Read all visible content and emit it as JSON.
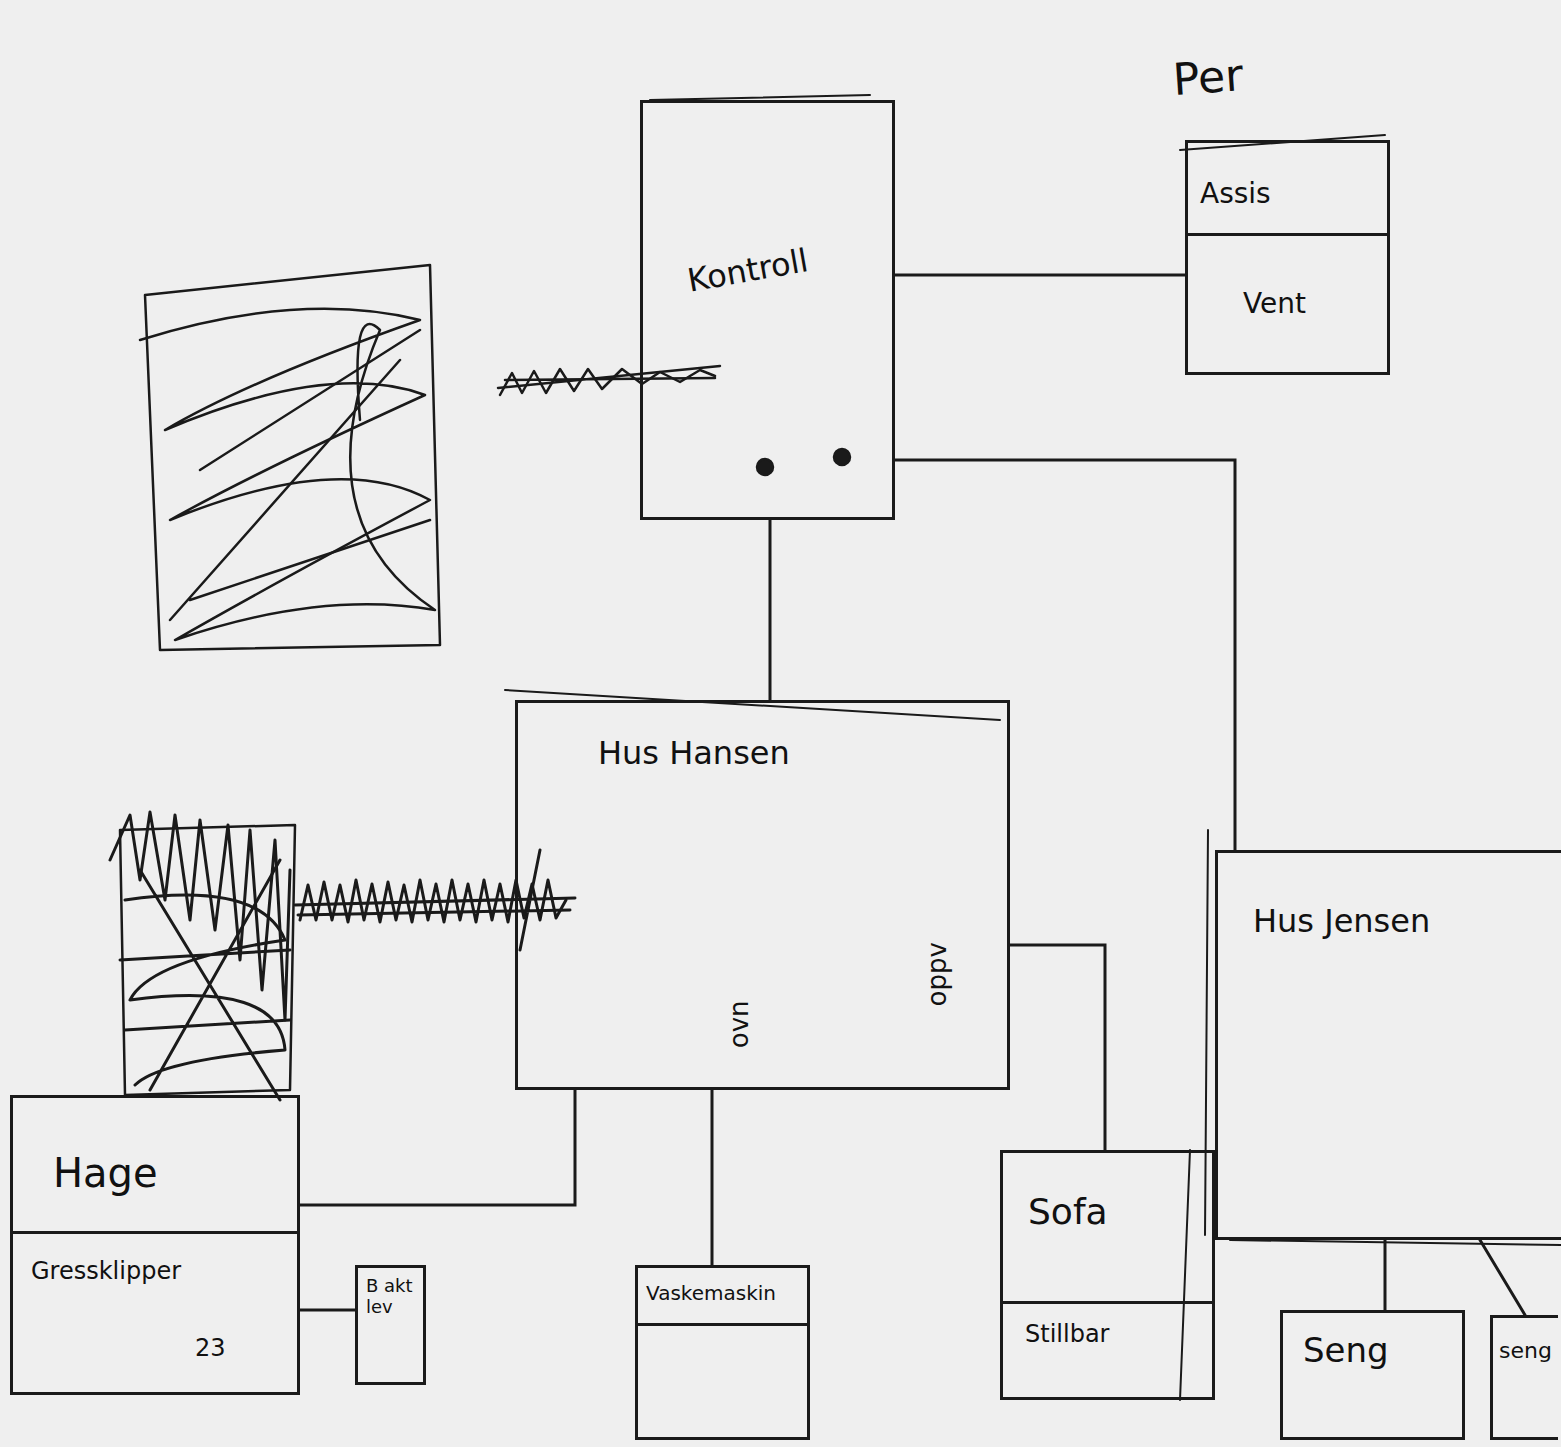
{
  "diagram": {
    "nodes": [
      {
        "text": [
          "Per",
          "Assis",
          "Vent"
        ]
      },
      {
        "text": [
          "Kontroll"
        ]
      },
      {
        "text": [
          "Hus Hansen"
        ]
      },
      {
        "text": [
          "Hus Jensen"
        ]
      },
      {
        "text": [
          "Hage",
          "Gressklipper"
        ]
      },
      {
        "text": [
          "B akt lev"
        ]
      },
      {
        "text": [
          "Vaskemaskin"
        ]
      },
      {
        "text": [
          "Sofa",
          "Stillbar"
        ]
      },
      {
        "text": [
          "Seng"
        ]
      },
      {
        "text": [
          "seng"
        ]
      }
    ],
    "edges": [
      {
        "from": 1,
        "to": 0,
        "arrow": "none"
      },
      {
        "from": 1,
        "to": 2,
        "arrow": "none"
      },
      {
        "from": 1,
        "to": 3,
        "arrow": "none"
      },
      {
        "from": 2,
        "to": 4,
        "arrow": "none"
      },
      {
        "from": 2,
        "to": 6,
        "arrow": "none"
      },
      {
        "from": 2,
        "to": 7,
        "arrow": "none"
      },
      {
        "from": 4,
        "to": 5,
        "arrow": "none"
      },
      {
        "from": 3,
        "to": 8,
        "arrow": "none"
      },
      {
        "from": 3,
        "to": 9,
        "arrow": "none"
      }
    ],
    "labels": [
      "ovn",
      "oppv",
      "23"
    ]
  }
}
